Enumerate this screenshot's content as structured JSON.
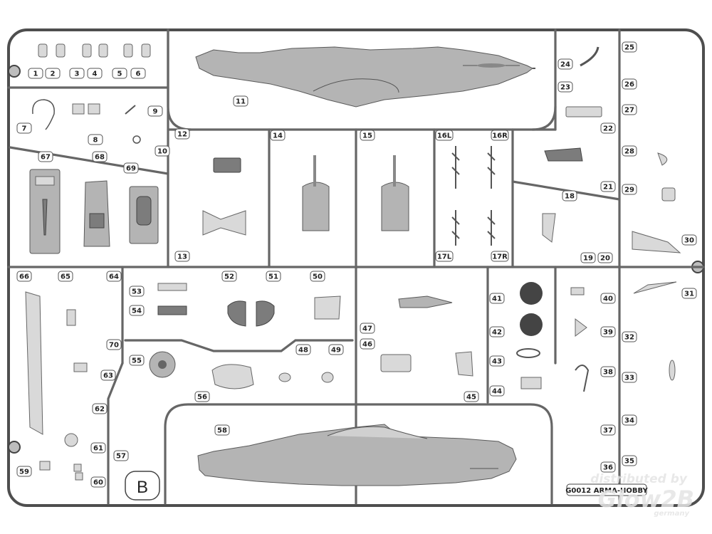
{
  "sprue": {
    "frame_letter": "B",
    "code_label": "G0012  ARMA-HOBBY",
    "part_numbers": [
      "1",
      "2",
      "3",
      "4",
      "5",
      "6",
      "7",
      "8",
      "9",
      "10",
      "11",
      "12",
      "13",
      "14",
      "15",
      "16L",
      "16R",
      "17L",
      "17R",
      "18",
      "19",
      "20",
      "21",
      "22",
      "23",
      "24",
      "25",
      "26",
      "27",
      "28",
      "29",
      "30",
      "31",
      "32",
      "33",
      "34",
      "35",
      "36",
      "37",
      "38",
      "39",
      "40",
      "41",
      "42",
      "43",
      "44",
      "45",
      "46",
      "47",
      "48",
      "49",
      "50",
      "51",
      "52",
      "53",
      "54",
      "55",
      "56",
      "57",
      "58",
      "59",
      "60",
      "61",
      "62",
      "63",
      "64",
      "65",
      "66",
      "67",
      "68",
      "69",
      "70"
    ]
  },
  "watermark": {
    "line1": "distributed by",
    "line2": "Glow2B",
    "line3": "germany"
  },
  "colors": {
    "plastic": "#b4b4b4",
    "runner": "#666666",
    "background": "#ffffff"
  }
}
